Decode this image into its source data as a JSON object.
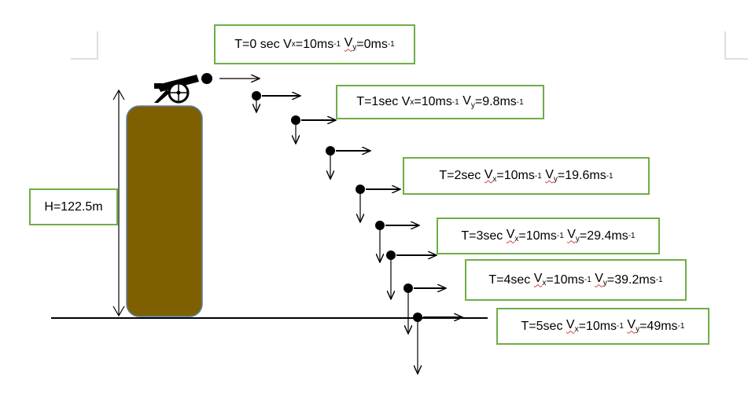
{
  "height_label": "H=122.5m",
  "time_steps": [
    {
      "t": "T=0 sec",
      "vx": "=10ms",
      "vy": "=0ms"
    },
    {
      "t": "T=1sec",
      "vx": "=10ms",
      "vy": "=9.8ms"
    },
    {
      "t": "T=2sec",
      "vx": "=10ms",
      "vy": "=19.6ms"
    },
    {
      "t": "T=3sec",
      "vx": "=10ms",
      "vy": "=29.4ms"
    },
    {
      "t": "T=4sec",
      "vx": "=10ms",
      "vy": "=39.2ms"
    },
    {
      "t": "T=5sec",
      "vx": "=10ms",
      "vy": "=49ms"
    }
  ],
  "symbols": {
    "v": "V",
    "x": "x",
    "y": "y",
    "unit_power": "-1"
  },
  "icons": {
    "cannon": "cannon-icon"
  },
  "colors": {
    "box_border": "#70ad47",
    "tower_fill": "#7f6000",
    "tower_border": "#5b7ea6",
    "ink": "#000000"
  }
}
